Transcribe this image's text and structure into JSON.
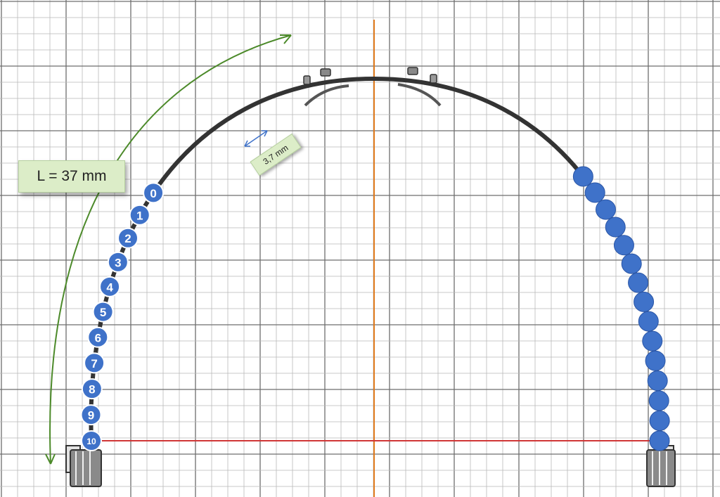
{
  "annotations": {
    "arc_length": "L = 37 mm",
    "spacing": "3,7 mm"
  },
  "left_markers": {
    "labels": [
      "0",
      "1",
      "2",
      "3",
      "4",
      "5",
      "6",
      "7",
      "8",
      "9",
      "10"
    ]
  },
  "right_markers": {
    "count": 15
  },
  "colors": {
    "grid_minor": "#b9b9b9",
    "grid_major": "#6e6e6e",
    "arch_wire": "#333333",
    "marker_fill": "#3f72c9",
    "marker_edge": "#2b56a6",
    "midline": "#e07a1c",
    "baseline": "#d03535",
    "length_arrow": "#4c8a2a",
    "spacing_arrow": "#3f72c9",
    "label_background": "#dcedc8"
  },
  "icons": {
    "left_bracket": "molar-band-icon",
    "right_bracket": "molar-band-icon",
    "incisor_brackets": "bracket-icon"
  }
}
